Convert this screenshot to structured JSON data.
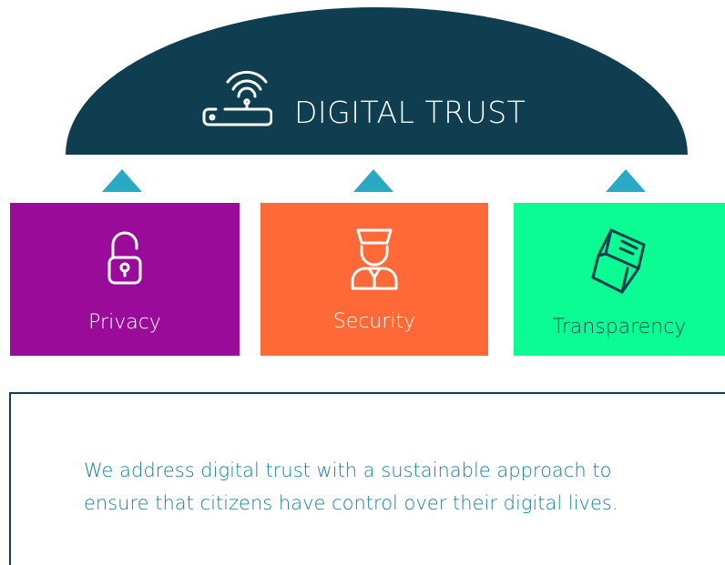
{
  "header": {
    "title": "DIGITAL TRUST",
    "icon": "wifi-router-icon",
    "color": "#0e3e4f"
  },
  "arrow_color": "#2aa9c4",
  "pillars": [
    {
      "label": "Privacy",
      "icon": "padlock-icon",
      "color": "#9a0b9a",
      "text_color": "#ffffff"
    },
    {
      "label": "Security",
      "icon": "security-guard-icon",
      "color": "#ff6837",
      "text_color": "#ffffff"
    },
    {
      "label": "Transparency",
      "icon": "glass-cube-icon",
      "color": "#0afc92",
      "text_color": "#0e3e4f"
    }
  ],
  "statement": {
    "line1": "We address digital trust with a sustainable approach to",
    "line2": "ensure that citizens have control over their digital lives.",
    "color": "#167f9a"
  }
}
